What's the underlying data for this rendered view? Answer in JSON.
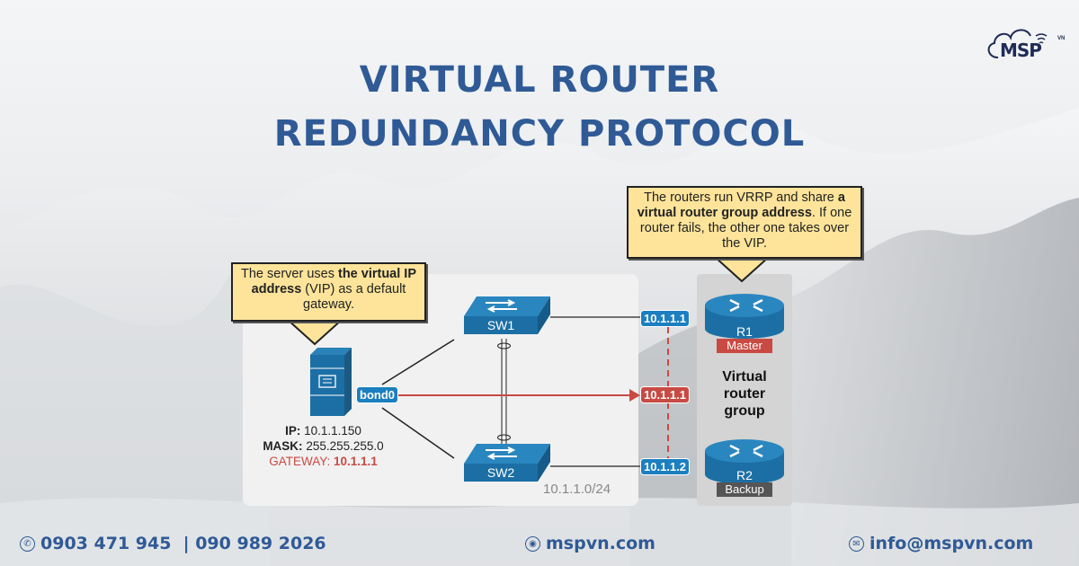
{
  "title": {
    "line1": "VIRTUAL ROUTER",
    "line2": "REDUNDANCY PROTOCOL"
  },
  "logo": {
    "text": "MSP",
    "superscript": "VN",
    "icon": "cloud-wifi-icon"
  },
  "colors": {
    "brand_blue": "#2f5a96",
    "device_blue": "#1c7fbf",
    "accent_red": "#c94a43",
    "callout_yellow": "#fde49a"
  },
  "diagram": {
    "callout_server": {
      "pre": "The server uses ",
      "bold": "the virtual IP address",
      "post": " (VIP) as a default gateway."
    },
    "callout_routers": {
      "pre": "The routers run VRRP and share ",
      "bold": "a virtual router group address",
      "post": ". If one router fails, the other one takes over the VIP."
    },
    "server": {
      "icon": "server-icon",
      "interface": "bond0",
      "ip_label": "IP:",
      "ip_value": "10.1.1.150",
      "mask_label": "MASK:",
      "mask_value": "255.255.255.0",
      "gateway_label": "GATEWAY:",
      "gateway_value": "10.1.1.1"
    },
    "switches": [
      {
        "name": "SW1",
        "icon": "switch-icon"
      },
      {
        "name": "SW2",
        "icon": "switch-icon"
      }
    ],
    "subnet": "10.1.1.0/24",
    "interfaces": {
      "r1": "10.1.1.1",
      "vip": "10.1.1.1",
      "r2": "10.1.1.2"
    },
    "routers": [
      {
        "name": "R1",
        "role": "Master",
        "icon": "router-icon"
      },
      {
        "name": "R2",
        "role": "Backup",
        "icon": "router-icon"
      }
    ],
    "group_label": {
      "l1": "Virtual",
      "l2": "router",
      "l3": "group"
    }
  },
  "footer": {
    "phone_icon": "phone-icon",
    "phone": "0903 471 945  | 090 989 2026",
    "web_icon": "globe-icon",
    "website": "mspvn.com",
    "mail_icon": "mail-icon",
    "email": "info@mspvn.com"
  }
}
